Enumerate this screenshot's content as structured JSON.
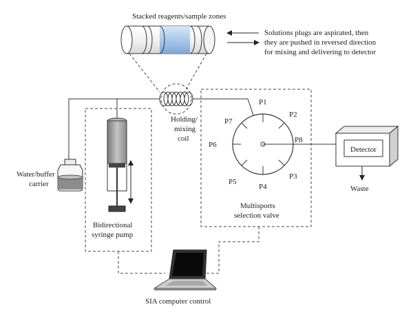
{
  "labels": {
    "stacked_zones": "Stacked reagents/sample zones",
    "note_line1": "Solutions plugs are aspirated, then",
    "note_line2": "they are pushed in reversed direction",
    "note_line3": "for mixing and delivering to detector",
    "coil_line1": "Holding/",
    "coil_line2": "mixing",
    "coil_line3": "coil",
    "carrier_line1": "Water/buffer",
    "carrier_line2": "carrier",
    "pump_line1": "Bidirectional",
    "pump_line2": "syringe pump",
    "valve_line1": "Multisports",
    "valve_line2": "selection valve",
    "detector": "Detector",
    "waste": "Waste",
    "computer": "SIA computer control"
  },
  "ports": [
    "P1",
    "P2",
    "P3",
    "P4",
    "P5",
    "P6",
    "P7",
    "P8"
  ],
  "colors": {
    "reagent_zone": "#a9c8ea",
    "line": "#333333",
    "syringe_gray": "#9a9a9a",
    "liquid_gray": "#8c8c8c"
  }
}
